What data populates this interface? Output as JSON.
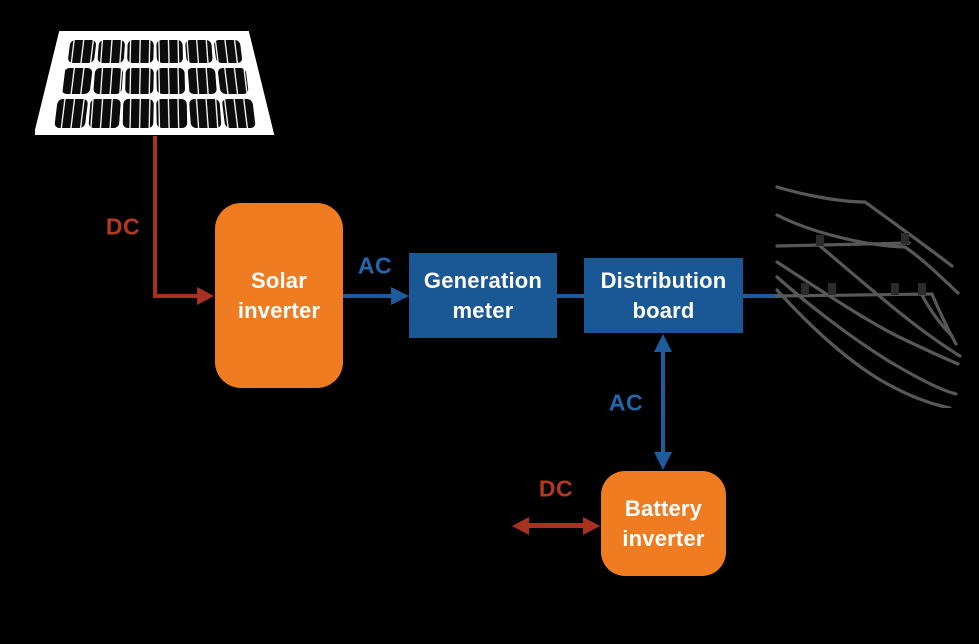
{
  "colors": {
    "background": "#000000",
    "orange": "#F07C22",
    "box_blue": "#1A5795",
    "arrow_blue": "#1C5C9E",
    "label_blue": "#2268AC",
    "dc_red": "#A93120",
    "dc_label_red": "#B33A1E",
    "wire_gray": "#57585A",
    "insulator_dark": "#2B2C2E",
    "node_text": "#FFFFFF",
    "panel_white": "#FFFFFF"
  },
  "nodes": {
    "solar_inverter": {
      "lines": [
        "Solar",
        "inverter"
      ]
    },
    "generation_meter": {
      "lines": [
        "Generation",
        "meter"
      ]
    },
    "distribution_board": {
      "lines": [
        "Distribution",
        "board"
      ]
    },
    "battery_inverter": {
      "lines": [
        "Battery",
        "inverter"
      ]
    }
  },
  "labels": {
    "dc_from_panel": "DC",
    "ac_from_inverter": "AC",
    "ac_battery_link": "AC",
    "dc_battery_link": "DC"
  },
  "icons": {
    "solar_panel": "solar-panel-illustration",
    "power_grid": "power-lines-illustration"
  }
}
